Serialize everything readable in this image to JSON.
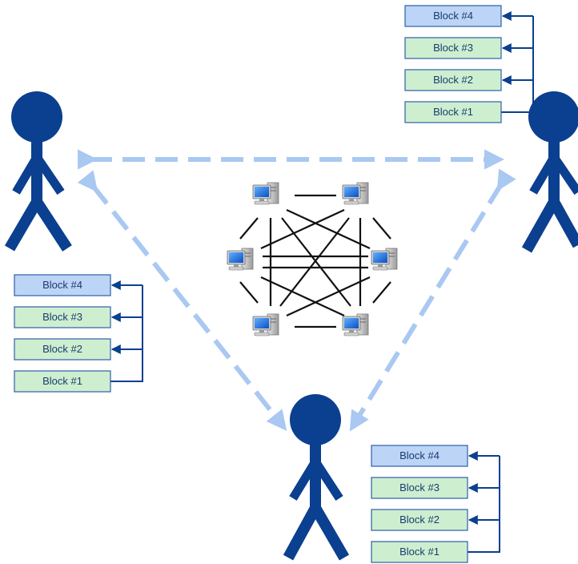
{
  "colors": {
    "person": "#0b3f8f",
    "arrow_dashed": "#a9c8f2",
    "block_latest_fill": "#bcd4f6",
    "block_fill": "#cdefd0",
    "block_stroke": "#2e5fa8",
    "block_text": "#1a3a6e",
    "chain_line": "#0b3f8f",
    "network_edge": "#111111"
  },
  "icons": {
    "person": "person-icon",
    "computer": "desktop-computer-icon"
  },
  "nodes": [
    {
      "id": "left",
      "blocks": [
        "Block #4",
        "Block #3",
        "Block #2",
        "Block #1"
      ]
    },
    {
      "id": "right",
      "blocks": [
        "Block #4",
        "Block #3",
        "Block #2",
        "Block #1"
      ]
    },
    {
      "id": "bottom",
      "blocks": [
        "Block #4",
        "Block #3",
        "Block #2",
        "Block #1"
      ]
    }
  ],
  "network": {
    "computers": 6,
    "topology": "fully-connected"
  }
}
